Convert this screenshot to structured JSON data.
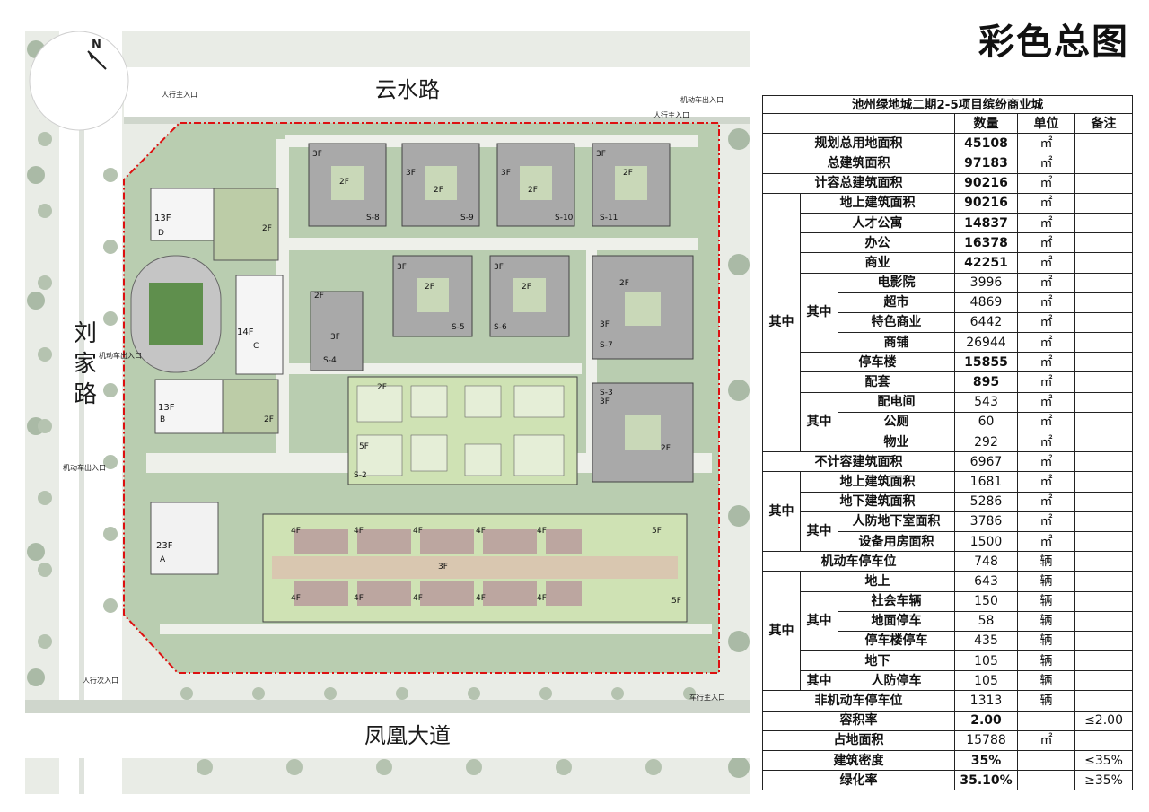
{
  "page_title": "彩色总图",
  "table": {
    "title": "池州绿地城二期2-5项目缤纷商业城",
    "headers": {
      "qty": "数量",
      "unit": "单位",
      "note": "备注"
    },
    "group_label": "其中",
    "rows": [
      {
        "label": "规划总用地面积",
        "value": "45108",
        "unit": "㎡",
        "note": ""
      },
      {
        "label": "总建筑面积",
        "value": "97183",
        "unit": "㎡",
        "note": ""
      },
      {
        "label": "计容总建筑面积",
        "value": "90216",
        "unit": "㎡",
        "note": ""
      },
      {
        "label": "地上建筑面积",
        "value": "90216",
        "unit": "㎡",
        "note": ""
      },
      {
        "label": "人才公寓",
        "value": "14837",
        "unit": "㎡",
        "note": ""
      },
      {
        "label": "办公",
        "value": "16378",
        "unit": "㎡",
        "note": ""
      },
      {
        "label": "商业",
        "value": "42251",
        "unit": "㎡",
        "note": ""
      },
      {
        "label": "电影院",
        "value": "3996",
        "unit": "㎡",
        "note": ""
      },
      {
        "label": "超市",
        "value": "4869",
        "unit": "㎡",
        "note": ""
      },
      {
        "label": "特色商业",
        "value": "6442",
        "unit": "㎡",
        "note": ""
      },
      {
        "label": "商铺",
        "value": "26944",
        "unit": "㎡",
        "note": ""
      },
      {
        "label": "停车楼",
        "value": "15855",
        "unit": "㎡",
        "note": ""
      },
      {
        "label": "配套",
        "value": "895",
        "unit": "㎡",
        "note": ""
      },
      {
        "label": "配电间",
        "value": "543",
        "unit": "㎡",
        "note": ""
      },
      {
        "label": "公厕",
        "value": "60",
        "unit": "㎡",
        "note": ""
      },
      {
        "label": "物业",
        "value": "292",
        "unit": "㎡",
        "note": ""
      },
      {
        "label": "不计容建筑面积",
        "value": "6967",
        "unit": "㎡",
        "note": ""
      },
      {
        "label": "地上建筑面积",
        "value": "1681",
        "unit": "㎡",
        "note": ""
      },
      {
        "label": "地下建筑面积",
        "value": "5286",
        "unit": "㎡",
        "note": ""
      },
      {
        "label": "人防地下室面积",
        "value": "3786",
        "unit": "㎡",
        "note": ""
      },
      {
        "label": "设备用房面积",
        "value": "1500",
        "unit": "㎡",
        "note": ""
      },
      {
        "label": "机动车停车位",
        "value": "748",
        "unit": "辆",
        "note": ""
      },
      {
        "label": "地上",
        "value": "643",
        "unit": "辆",
        "note": ""
      },
      {
        "label": "社会车辆",
        "value": "150",
        "unit": "辆",
        "note": ""
      },
      {
        "label": "地面停车",
        "value": "58",
        "unit": "辆",
        "note": ""
      },
      {
        "label": "停车楼停车",
        "value": "435",
        "unit": "辆",
        "note": ""
      },
      {
        "label": "地下",
        "value": "105",
        "unit": "辆",
        "note": ""
      },
      {
        "label": "人防停车",
        "value": "105",
        "unit": "辆",
        "note": ""
      },
      {
        "label": "非机动车停车位",
        "value": "1313",
        "unit": "辆",
        "note": ""
      },
      {
        "label": "容积率",
        "value": "2.00",
        "unit": "",
        "note": "≤2.00"
      },
      {
        "label": "占地面积",
        "value": "15788",
        "unit": "㎡",
        "note": ""
      },
      {
        "label": "建筑密度",
        "value": "35%",
        "unit": "",
        "note": "≤35%"
      },
      {
        "label": "绿化率",
        "value": "35.10%",
        "unit": "",
        "note": "≥35%"
      }
    ]
  },
  "map": {
    "north": "N",
    "roads": {
      "north": "云水路",
      "west_chars": [
        "刘",
        "家",
        "路"
      ],
      "south": "凤凰大道"
    },
    "entrances": {
      "ped_main_nw": "人行主入口",
      "ped_main_ne": "人行主入口",
      "veh_ne": "机动车出入口",
      "veh_w1": "机动车出入口",
      "veh_w2": "机动车出入口",
      "ped_sec_sw": "人行次入口",
      "veh_main_se": "车行主入口"
    },
    "buildings": [
      {
        "id": "s8",
        "floors": "3F",
        "floors2": "2F",
        "code": "S-8"
      },
      {
        "id": "s9",
        "floors": "3F",
        "floors2": "2F",
        "code": "S-9"
      },
      {
        "id": "s10",
        "floors": "3F",
        "floors2": "2F",
        "code": "S-10"
      },
      {
        "id": "s11",
        "floors": "3F",
        "floors2": "2F",
        "code": "S-11"
      },
      {
        "id": "d",
        "floors": "13F",
        "floors2": "2F",
        "code": "D"
      },
      {
        "id": "c",
        "floors": "14F",
        "floors2": "",
        "code": "C"
      },
      {
        "id": "b",
        "floors": "13F",
        "floors2": "2F",
        "code": "B"
      },
      {
        "id": "a",
        "floors": "23F",
        "floors2": "",
        "code": "A"
      },
      {
        "id": "s5",
        "floors": "3F",
        "floors2": "2F",
        "code": "S-5"
      },
      {
        "id": "s6",
        "floors": "3F",
        "floors2": "2F",
        "code": "S-6"
      },
      {
        "id": "s4",
        "floors": "2F",
        "floors2": "3F",
        "code": "S-4"
      },
      {
        "id": "s7",
        "floors": "2F",
        "floors2": "3F",
        "code": "S-7"
      },
      {
        "id": "s3",
        "floors": "3F",
        "floors2": "2F",
        "code": "S-3"
      },
      {
        "id": "s2",
        "floors": "5F",
        "floors2": "2F",
        "code": "S-2"
      }
    ],
    "mall_labels": [
      "4F",
      "4F",
      "4F",
      "4F",
      "4F",
      "5F",
      "3F",
      "4F",
      "4F",
      "4F",
      "4F",
      "4F",
      "5F"
    ]
  }
}
